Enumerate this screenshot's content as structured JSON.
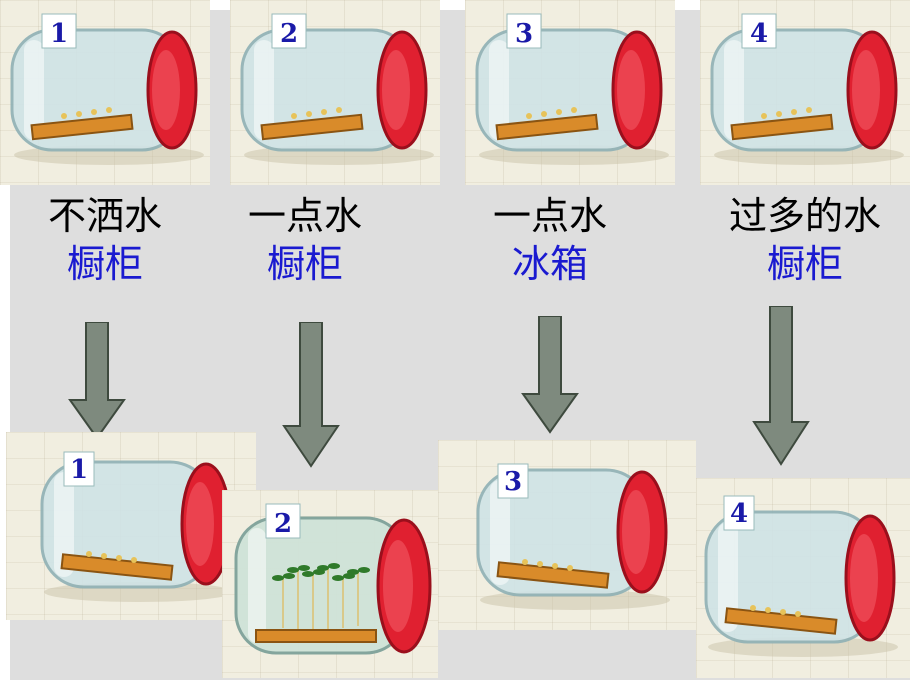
{
  "colors": {
    "text": "#000000",
    "place_text": "#1a1ad0",
    "arrow_fill": "#7e8a7e",
    "arrow_stroke": "#3e4a3e",
    "lid": "#e02030",
    "jar_number": "#1a1aa8"
  },
  "experiments": [
    {
      "number": "1",
      "condition": "不洒水",
      "place": "橱柜"
    },
    {
      "number": "2",
      "condition": "一点水",
      "place": "橱柜"
    },
    {
      "number": "3",
      "condition": "一点水",
      "place": "冰箱"
    },
    {
      "number": "4",
      "condition": "过多的水",
      "place": "橱柜"
    }
  ],
  "results": [
    {
      "number": "1",
      "outcome": "no-sprouts"
    },
    {
      "number": "2",
      "outcome": "sprouted"
    },
    {
      "number": "3",
      "outcome": "no-sprouts"
    },
    {
      "number": "4",
      "outcome": "no-sprouts"
    }
  ]
}
